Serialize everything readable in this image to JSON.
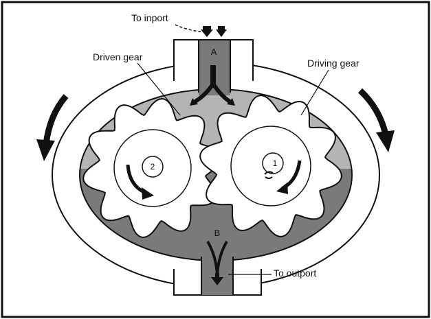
{
  "labels": {
    "to_inport": "To inport",
    "driven_gear": "Driven gear",
    "driving_gear": "Driving gear",
    "to_outport": "To outport",
    "port_a": "A",
    "port_b": "B",
    "gear_driven_number": "2",
    "gear_driving_number": "1"
  },
  "colors": {
    "background": "#ffffff",
    "outline": "#111111",
    "housing": "#ffffff",
    "light_fluid": "#b4b4b4",
    "dark_fluid": "#7a7a7a",
    "gear_fill": "#ffffff",
    "arrow": "#111111"
  },
  "icons": {
    "rotation_arrows": "curved-arrow-icon",
    "flow_arrows": "down-arrow-icon"
  }
}
